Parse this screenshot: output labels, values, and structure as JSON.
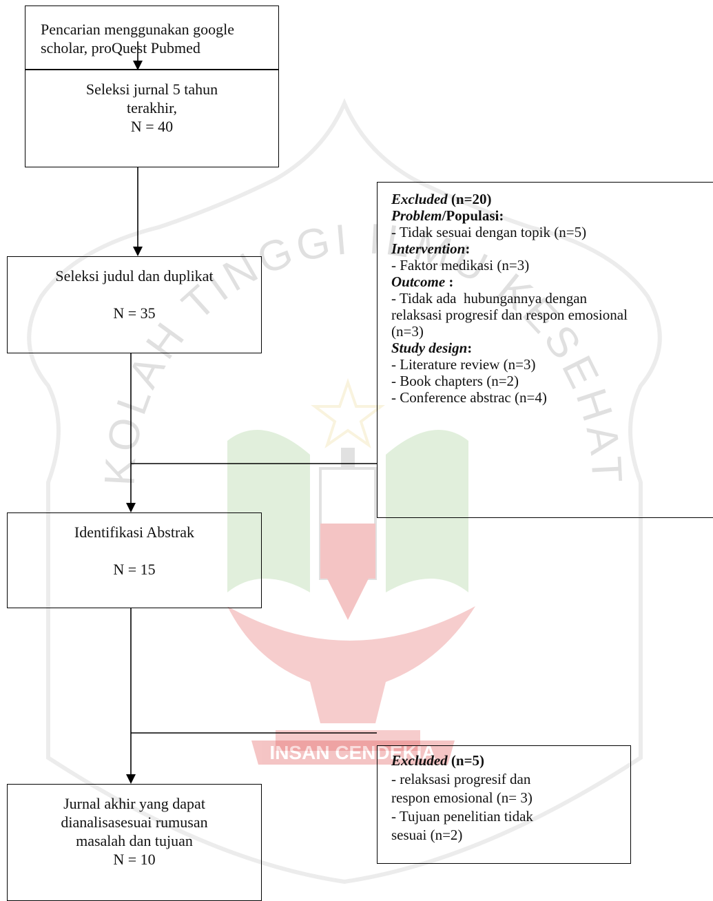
{
  "flow": {
    "search": {
      "text": "Pencarian menggunakan google scholar, proQuest Pubmed"
    },
    "year": {
      "line1": "Seleksi jurnal 5 tahun",
      "line2": "terakhir,",
      "count": "N = 40"
    },
    "title_dup": {
      "label": "Seleksi judul dan duplikat",
      "count": "N = 35"
    },
    "abstract": {
      "label": "Identifikasi Abstrak",
      "count": "N = 15"
    },
    "final": {
      "line1": "Jurnal akhir yang dapat",
      "line2": "dianalisasesuai rumusan",
      "line3": "masalah dan tujuan",
      "count": "N = 10"
    }
  },
  "excluded_20": {
    "head_italic": "Excluded",
    "head_rest": " (n=20)",
    "problem_italic": "Problem",
    "problem_rest": "/Populasi:",
    "item_topic": "- Tidak sesuai dengan topik (n=5)",
    "intervention_label": "Intervention",
    "colon": ":",
    "item_medication": "- Faktor medikasi (n=3)",
    "outcome_label": "Outcome",
    "outcome_colon": " :",
    "item_outcome_1": "- Tidak ada  hubungannya dengan",
    "item_outcome_2": "relaksasi progresif dan respon emosional",
    "item_outcome_3": "(n=3)",
    "design_label": "Study design",
    "item_lit": "- Literature review (n=3)",
    "item_book": "- Book chapters (n=2)",
    "item_conf": "- Conference abstrac (n=4)"
  },
  "excluded_5": {
    "head_italic": "Excluded",
    "head_rest": " (n=5)",
    "item_1a": "- relaksasi progresif dan",
    "item_1b": "respon emosional (n= 3)",
    "item_2a": "- Tujuan penelitian tidak",
    "item_2b": "sesuai (n=2)"
  },
  "watermark": {
    "text_arc": "SEKOLAH TINGGI ILMU KESEHATAN",
    "text_banner": "INSAN CENDEKIA",
    "colors": {
      "red": "#e25a5a",
      "green": "#9cc98a",
      "gray": "#888888",
      "yellow": "#e8d58a"
    }
  }
}
